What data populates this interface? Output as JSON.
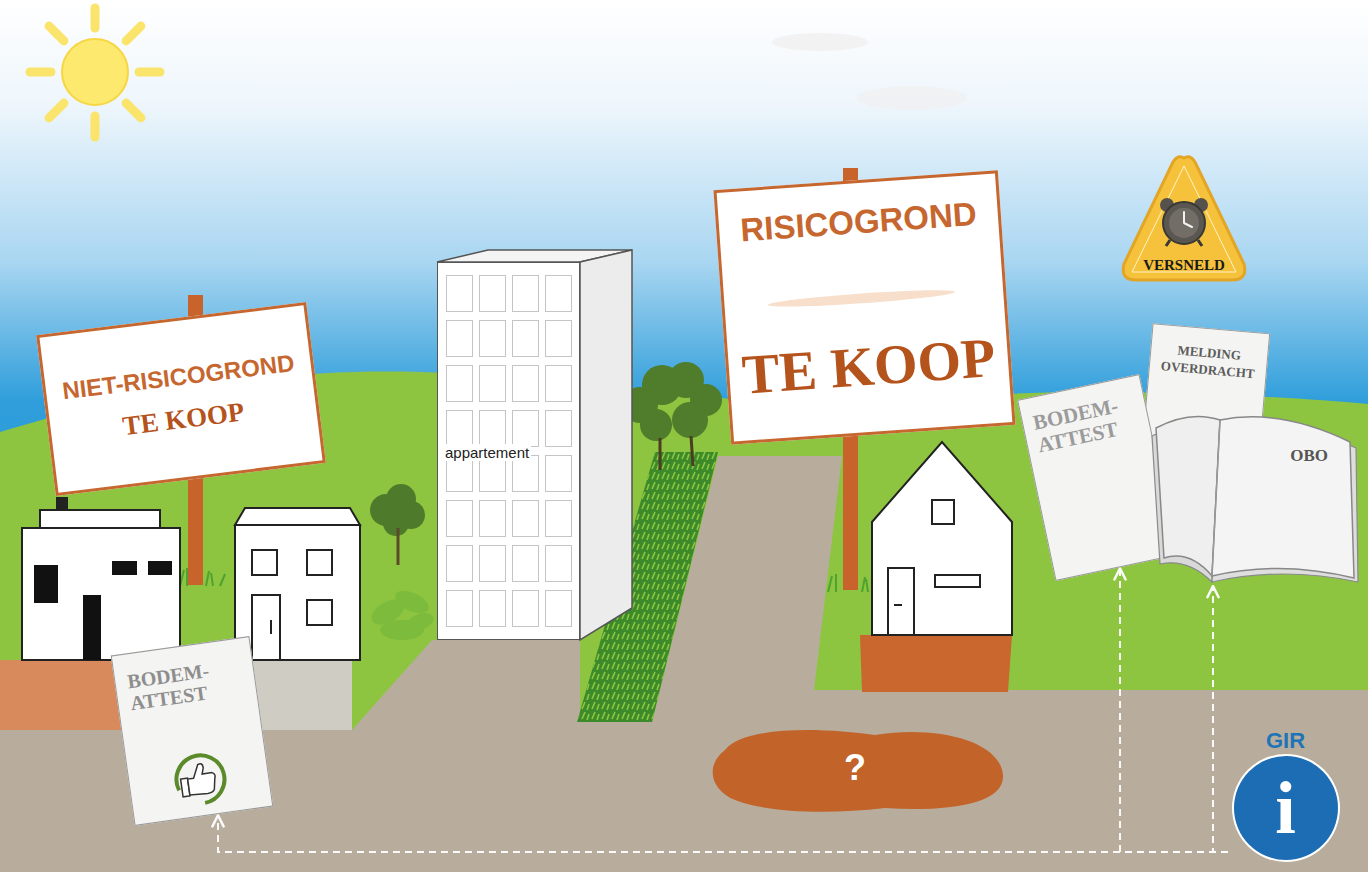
{
  "diagram": {
    "nodes": [
      {
        "text": [
          "NIET-RISICOGROND",
          "TE KOOP"
        ]
      },
      {
        "text": [
          "appartement"
        ]
      },
      {
        "text": [
          "RISICOGROND",
          "TE KOOP"
        ]
      },
      {
        "text": [
          "VERSNELD"
        ]
      },
      {
        "text": [
          "BODEM- ATTEST"
        ]
      },
      {
        "text": [
          "MELDING OVERDRACHT"
        ]
      },
      {
        "text": [
          "OBO"
        ]
      },
      {
        "text": [
          "BODEM- ATTEST"
        ]
      },
      {
        "text": [
          "?"
        ]
      },
      {
        "text": [
          "GIR",
          "i"
        ]
      }
    ],
    "edges": [
      {
        "from": 9,
        "to": 7,
        "arrow": "to"
      },
      {
        "from": 9,
        "to": 4,
        "arrow": "to"
      },
      {
        "from": 9,
        "to": 6,
        "arrow": "to"
      }
    ]
  }
}
